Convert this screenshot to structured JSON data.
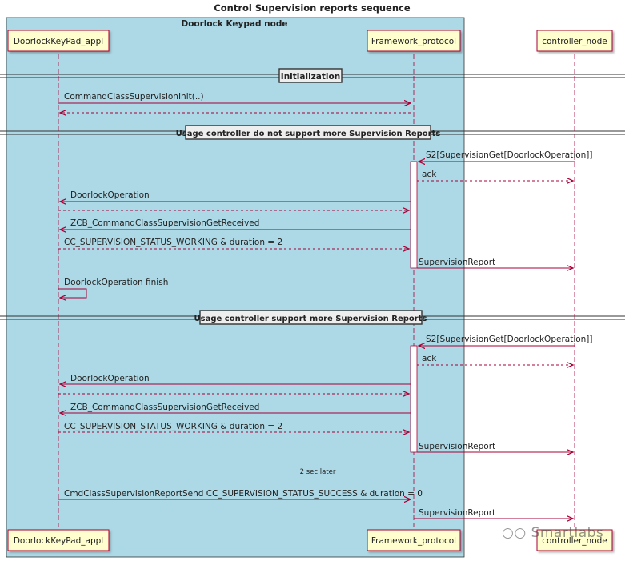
{
  "title": "Control Supervision reports sequence",
  "box_title": "Doorlock Keypad node",
  "participants": {
    "app": "DoorlockKeyPad_appl",
    "framework": "Framework_protocol",
    "controller": "controller_node"
  },
  "sections": {
    "init": "Initialization",
    "no_more": "Usage controller do not support more Supervision Reports",
    "more": "Usage controller support more Supervision Reports"
  },
  "messages": {
    "supervision_init": "CommandClassSupervisionInit(..)",
    "s2_get_1": "S2[SupervisionGet[DoorlockOperation]]",
    "ack_1": "ack",
    "doorlock_op_1": "DoorlockOperation",
    "zcb_received_1": "ZCB_CommandClassSupervisionGetReceived",
    "cc_working_1": "CC_SUPERVISION_STATUS_WORKING & duration = 2",
    "report_1": "SupervisionReport",
    "doorlock_finish": "DoorlockOperation finish",
    "s2_get_2": "S2[SupervisionGet[DoorlockOperation]]",
    "ack_2": "ack",
    "doorlock_op_2": "DoorlockOperation",
    "zcb_received_2": "ZCB_CommandClassSupervisionGetReceived",
    "cc_working_2": "CC_SUPERVISION_STATUS_WORKING & duration = 2",
    "report_2": "SupervisionReport",
    "delay": "2 sec later",
    "report_send": "CmdClassSupervisionReportSend CC_SUPERVISION_STATUS_SUCCESS & duration = 0",
    "report_3": "SupervisionReport"
  },
  "watermark": "Smartlabs",
  "colors": {
    "box_fill": "#add8e6",
    "participant_fill": "#fefece",
    "arrow": "#a80036",
    "participant_border": "#a80036"
  }
}
